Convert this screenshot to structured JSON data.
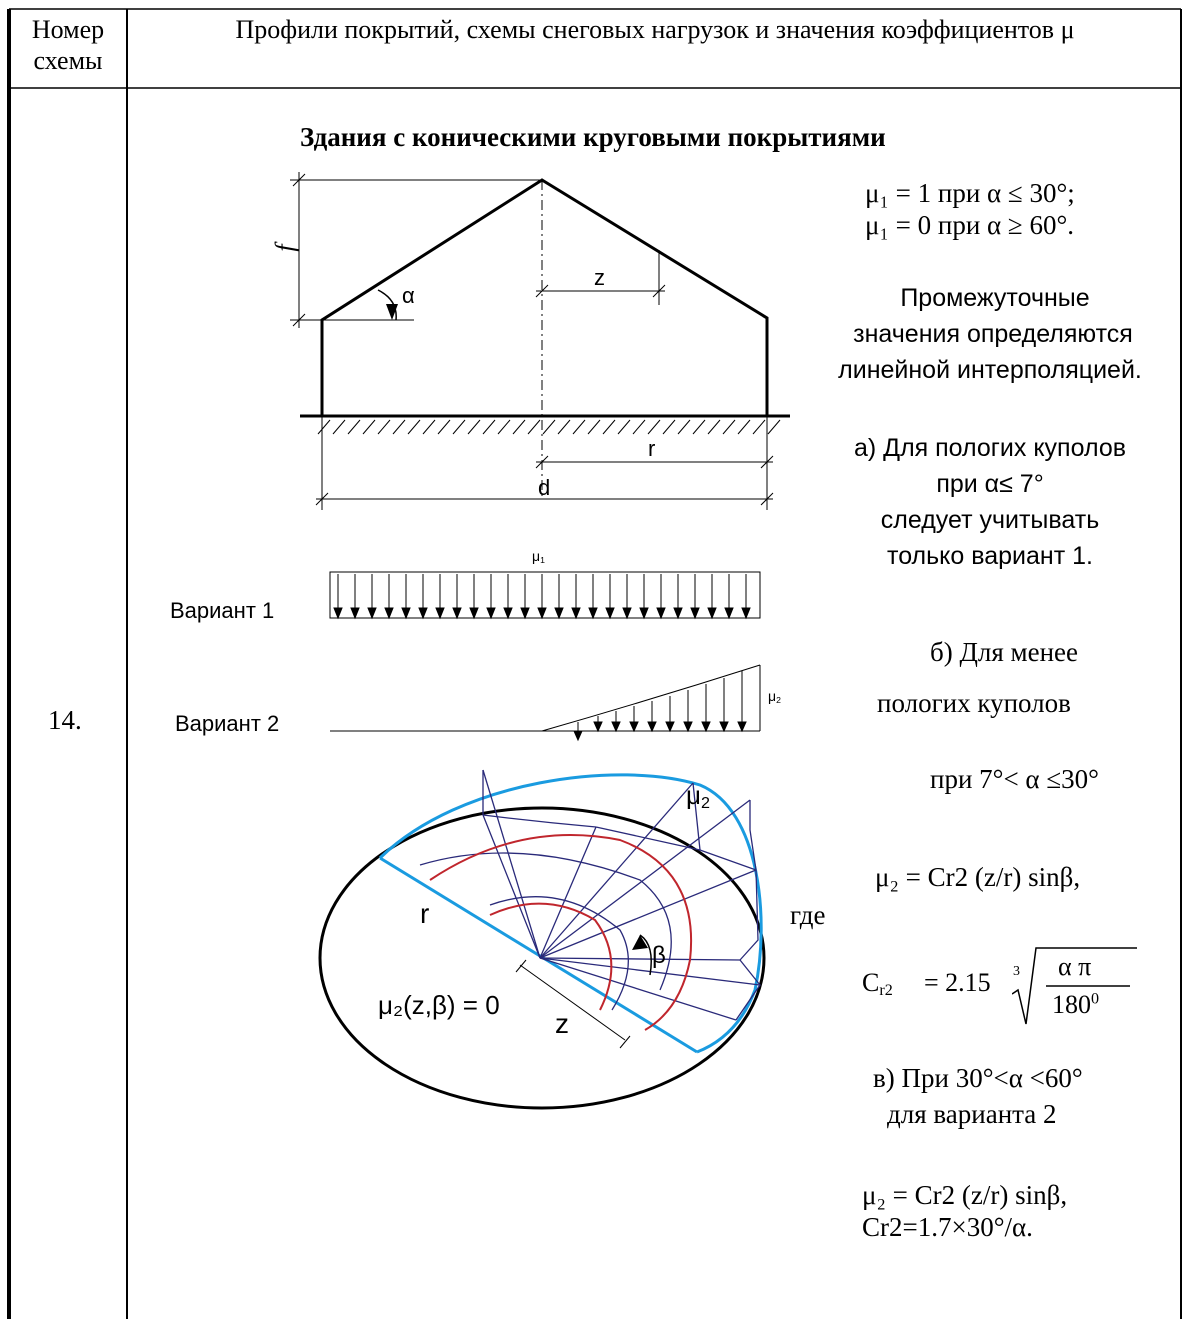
{
  "table": {
    "col1_header": "Номер схемы",
    "col2_header": "Профили покрытий, схемы снеговых нагрузок и значения коэффициентов μ",
    "scheme_number": "14."
  },
  "section": {
    "title": "Здания с коническими круговыми покрытиями"
  },
  "diagram": {
    "label_f": "f",
    "label_alpha": "α",
    "label_z": "z",
    "label_r": "r",
    "label_d": "d",
    "label_mu1": "μ",
    "label_mu1_sub": "1",
    "variant1": "Вариант 1",
    "variant2": "Вариант 2",
    "label_mu2": "μ",
    "label_mu2_sub": "2",
    "plan_mu2": "μ",
    "plan_mu2_sub": "2",
    "plan_r": "r",
    "plan_beta": "β",
    "plan_z": "z",
    "plan_zero_formula": "μ₂(z,β) = 0"
  },
  "text": {
    "line_mu1_a": "μ₁ = 1 при α ≤ 30°;",
    "line_mu1_b": "μ₁ = 0 при α ≥ 60°.",
    "interp_1": "Промежуточные",
    "interp_2": "значения определяются",
    "interp_3": "линейной интерполяцией.",
    "a_1": "а) Для пологих куполов",
    "a_2": "при α≤ 7°",
    "a_3": "следует учитывать",
    "a_4": "только вариант 1.",
    "b_1": "б) Для менее",
    "b_2": "пологих куполов",
    "b_3": "при 7°< α ≤30°",
    "formula_mu2": "μ₂ = Cr2 (z/r) sinβ,",
    "where": "где",
    "formula_cr2_lhs": "C",
    "formula_cr2_sub": "r2",
    "formula_cr2_coef": "= 2.15",
    "formula_cr2_root_index": "3",
    "formula_cr2_num": "α π",
    "formula_cr2_den": "180",
    "formula_cr2_den_sup": "0",
    "c_1": "в) При 30°<α <60°",
    "c_2": "для варианта 2",
    "formula_mu2_c": "μ₂ = Cr2 (z/r) sinβ,",
    "formula_cr2_c": "Cr2=1.7×30°/α."
  }
}
